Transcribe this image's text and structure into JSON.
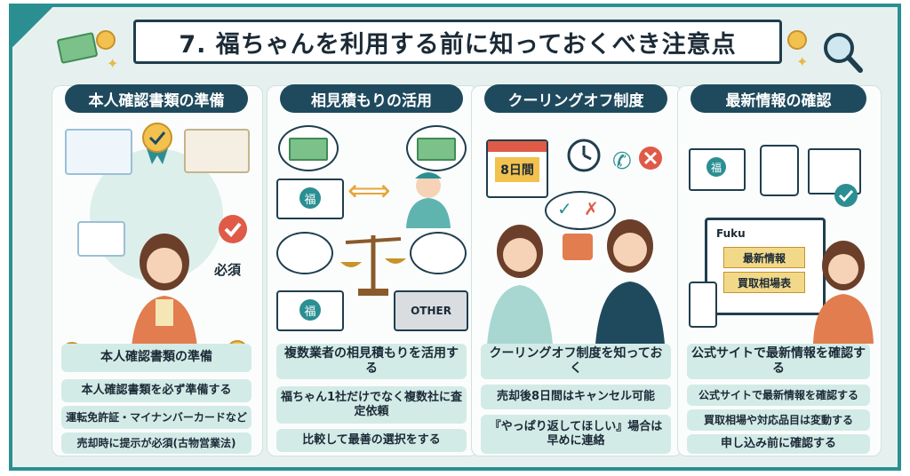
{
  "title": "7. 福ちゃんを利用する前に知っておくべき注意点",
  "panels": [
    {
      "header": "本人確認書類の準備",
      "tag": "必須",
      "points": [
        "本人確認書類の準備",
        "本人確認書類を必ず準備する",
        "運転免許証・マイナンバーカードなど",
        "売却時に提示が必須(古物営業法)"
      ]
    },
    {
      "header": "相見積もりの活用",
      "truck_label": "福",
      "other_label": "OTHER",
      "points": [
        "複数業者の相見積もりを活用する",
        "福ちゃん1社だけでなく複数社に査定依頼",
        "比較して最善の選択をする"
      ]
    },
    {
      "header": "クーリングオフ制度",
      "calendar_label": "8日間",
      "points": [
        "クーリングオフ制度を知っておく",
        "売却後8日間はキャンセル可能",
        "『やっぱり返してほしい』場合は早めに連絡"
      ]
    },
    {
      "header": "最新情報の確認",
      "screen_brand": "Fuku",
      "screen_items": [
        "最新情報",
        "買取相場表"
      ],
      "laptop_label": "福",
      "points": [
        "公式サイトで最新情報を確認する",
        "公式サイトで最新情報を確認する",
        "買取相場や対応品目は変動する",
        "申し込み前に確認する"
      ]
    }
  ]
}
